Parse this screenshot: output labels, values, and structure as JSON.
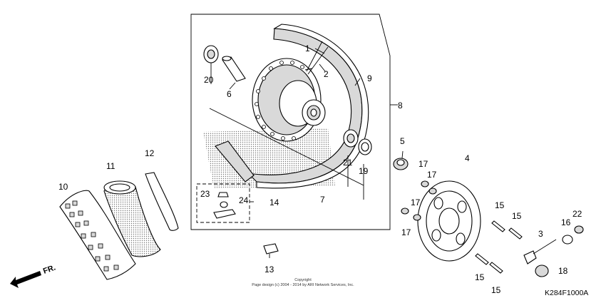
{
  "callouts": [
    "1",
    "2",
    "3",
    "4",
    "5",
    "6",
    "7",
    "8",
    "9",
    "10",
    "11",
    "12",
    "13",
    "14",
    "15",
    "15",
    "15",
    "15",
    "16",
    "17",
    "17",
    "17",
    "17",
    "18",
    "19",
    "20",
    "21",
    "22",
    "23",
    "24"
  ],
  "fr_label": "FR.",
  "copyright": {
    "line1": "Copyright",
    "line2": "Page design (c) 2004 - 2014 by ARI Network Services, Inc."
  },
  "diagram_code": "K284F1000A",
  "colors": {
    "line": "#000000",
    "shade": "#d9d9d9",
    "background": "#ffffff"
  }
}
